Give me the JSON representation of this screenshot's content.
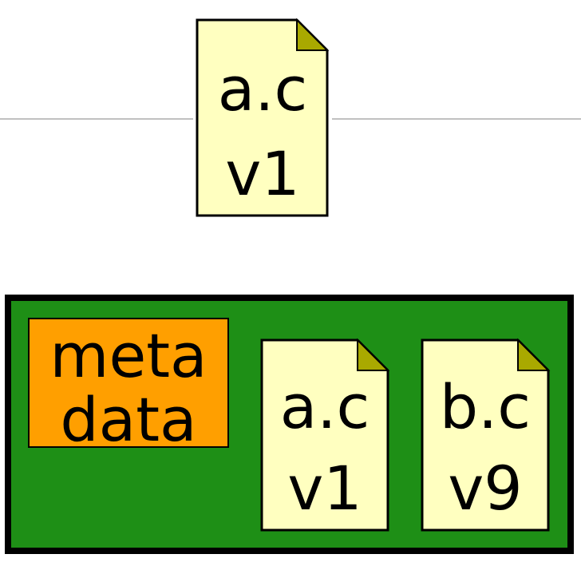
{
  "colors": {
    "document_fill": "#ffffc0",
    "document_fold": "#a9a900",
    "container_fill": "#1e8f16",
    "metadata_fill": "#ff9f00",
    "line": "#000000",
    "timeline": "#9a9a9a"
  },
  "top_document": {
    "filename": "a.c",
    "version": "v1"
  },
  "container": {
    "metadata": {
      "line1": "meta",
      "line2": "data"
    },
    "documents": [
      {
        "filename": "a.c",
        "version": "v1"
      },
      {
        "filename": "b.c",
        "version": "v9"
      }
    ]
  }
}
